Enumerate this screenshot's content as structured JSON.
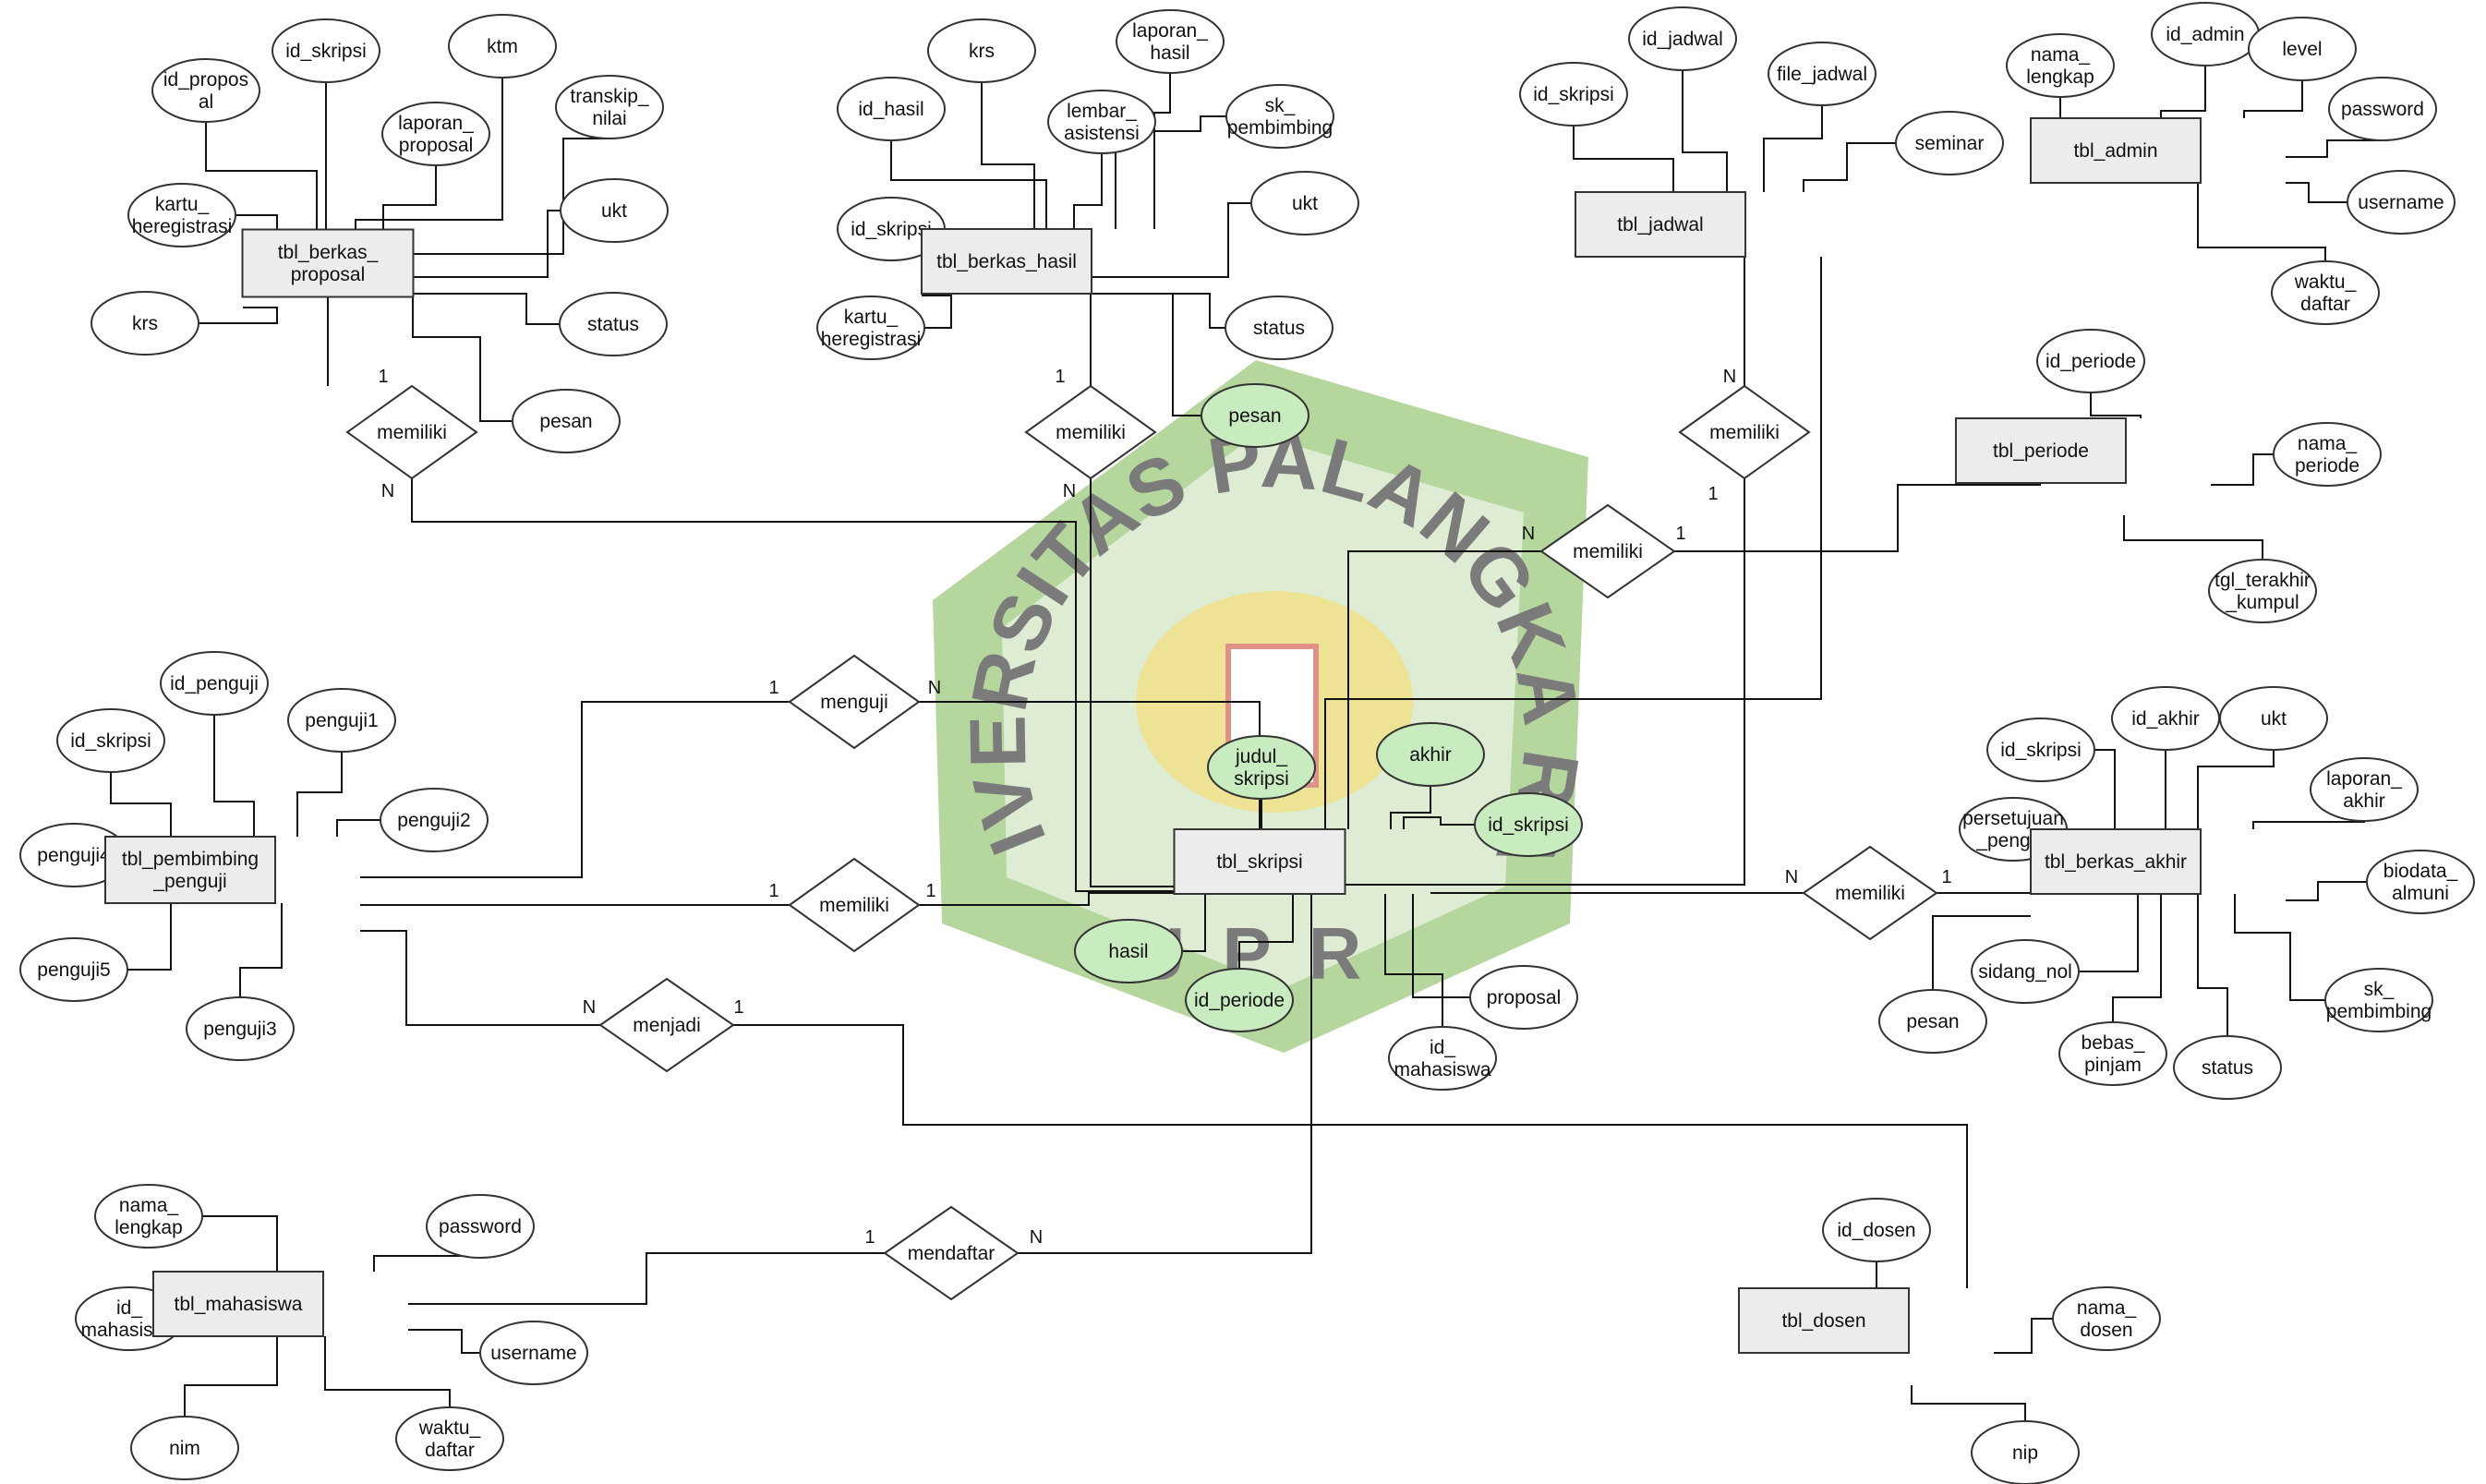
{
  "diagram": {
    "colors": {
      "line": "#111111",
      "entity_fill": "#ececec",
      "attr_fill": "#ffffff",
      "attr_highlight_fill": "#c9ebc0",
      "watermark_green": "#79b54c",
      "watermark_yellow": "#e8c523"
    },
    "watermark": {
      "text": "UNIVERSITAS PALANGKA RAYA",
      "bottom": "UPR"
    },
    "entities": {
      "berkas_proposal": [
        "tbl_berkas_",
        "proposal"
      ],
      "berkas_hasil": [
        "tbl_berkas_hasil"
      ],
      "jadwal": [
        "tbl_jadwal"
      ],
      "admin": [
        "tbl_admin"
      ],
      "periode": [
        "tbl_periode"
      ],
      "pembimbing": [
        "tbl_pembimbing",
        "_penguji"
      ],
      "skripsi": [
        "tbl_skripsi"
      ],
      "berkas_akhir": [
        "tbl_berkas_akhir"
      ],
      "mahasiswa": [
        "tbl_mahasiswa"
      ],
      "dosen": [
        "tbl_dosen"
      ]
    },
    "attributes": {
      "bp_id_proposal": [
        "id_propos",
        "al"
      ],
      "bp_id_skripsi": [
        "id_skripsi"
      ],
      "bp_ktm": [
        "ktm"
      ],
      "bp_transkip": [
        "transkip_",
        "nilai"
      ],
      "bp_laporan": [
        "laporan_",
        "proposal"
      ],
      "bp_kartu": [
        "kartu_",
        "heregistrasi"
      ],
      "bp_ukt": [
        "ukt"
      ],
      "bp_krs": [
        "krs"
      ],
      "bp_status": [
        "status"
      ],
      "bp_pesan": [
        "pesan"
      ],
      "bh_krs": [
        "krs"
      ],
      "bh_laporan": [
        "laporan_",
        "hasil"
      ],
      "bh_id_hasil": [
        "id_hasil"
      ],
      "bh_lembar": [
        "lembar_",
        "asistensi"
      ],
      "bh_sk": [
        "sk_",
        "pembimbing"
      ],
      "bh_ukt": [
        "ukt"
      ],
      "bh_id_skripsi": [
        "id_skripsi"
      ],
      "bh_kartu": [
        "kartu_",
        "heregistrasi"
      ],
      "bh_status": [
        "status"
      ],
      "bh_pesan": [
        "pesan"
      ],
      "jd_id_jadwal": [
        "id_jadwal"
      ],
      "jd_id_skripsi": [
        "id_skripsi"
      ],
      "jd_file": [
        "file_jadwal"
      ],
      "jd_seminar": [
        "seminar"
      ],
      "ad_nama": [
        "nama_",
        "lengkap"
      ],
      "ad_id_admin": [
        "id_admin"
      ],
      "ad_level": [
        "level"
      ],
      "ad_password": [
        "password"
      ],
      "ad_username": [
        "username"
      ],
      "ad_waktu": [
        "waktu_",
        "daftar"
      ],
      "pr_id_periode": [
        "id_periode"
      ],
      "pr_nama": [
        "nama_",
        "periode"
      ],
      "pr_tgl": [
        "tgl_terakhir",
        "_kumpul"
      ],
      "pp_id_penguji": [
        "id_penguji"
      ],
      "pp_id_skripsi": [
        "id_skripsi"
      ],
      "pp_penguji1": [
        "penguji1"
      ],
      "pp_penguji2": [
        "penguji2"
      ],
      "pp_penguji4": [
        "penguji4"
      ],
      "pp_penguji5": [
        "penguji5"
      ],
      "pp_penguji3": [
        "penguji3"
      ],
      "sk_judul": [
        "judul_",
        "skripsi"
      ],
      "sk_akhir": [
        "akhir"
      ],
      "sk_id_skripsi": [
        "id_skripsi"
      ],
      "sk_hasil": [
        "hasil"
      ],
      "sk_id_periode": [
        "id_periode"
      ],
      "sk_proposal": [
        "proposal"
      ],
      "sk_id_mahasiswa": [
        "id_",
        "mahasiswa"
      ],
      "ba_id_skripsi": [
        "id_skripsi"
      ],
      "ba_id_akhir": [
        "id_akhir"
      ],
      "ba_ukt": [
        "ukt"
      ],
      "ba_laporan": [
        "laporan_",
        "akhir"
      ],
      "ba_persetujuan": [
        "persetujuan",
        "_penguji"
      ],
      "ba_biodata": [
        "biodata_",
        "almuni"
      ],
      "ba_sidang": [
        "sidang_nol"
      ],
      "ba_sk": [
        "sk_",
        "pembimbing"
      ],
      "ba_pesan": [
        "pesan"
      ],
      "ba_bebas": [
        "bebas_",
        "pinjam"
      ],
      "ba_status": [
        "status"
      ],
      "mh_nama": [
        "nama_",
        "lengkap"
      ],
      "mh_password": [
        "password"
      ],
      "mh_id": [
        "id_",
        "mahasiswa"
      ],
      "mh_username": [
        "username"
      ],
      "mh_nim": [
        "nim"
      ],
      "mh_waktu": [
        "waktu_",
        "daftar"
      ],
      "ds_id": [
        "id_dosen"
      ],
      "ds_nama": [
        "nama_",
        "dosen"
      ],
      "ds_nip": [
        "nip"
      ]
    },
    "relationships": {
      "r_proposal": "memiliki",
      "r_hasil": "memiliki",
      "r_jadwal": "memiliki",
      "r_periode": "memiliki",
      "r_menguji": "menguji",
      "r_pemb": "memiliki",
      "r_akhir": "memiliki",
      "r_menjadi": "menjadi",
      "r_mendaftar": "mendaftar"
    },
    "cardinalities": {
      "c_prop_1": "1",
      "c_prop_n": "N",
      "c_hasil_1": "1",
      "c_hasil_n": "N",
      "c_jadwal_n": "N",
      "c_jadwal_1": "1",
      "c_periode_n": "N",
      "c_periode_1": "1",
      "c_menguji_1": "1",
      "c_menguji_n": "N",
      "c_pemb_1a": "1",
      "c_pemb_1b": "1",
      "c_akhir_n": "N",
      "c_akhir_1": "1",
      "c_menjadi_n": "N",
      "c_menjadi_1": "1",
      "c_mendaftar_1": "1",
      "c_mendaftar_n": "N"
    }
  }
}
